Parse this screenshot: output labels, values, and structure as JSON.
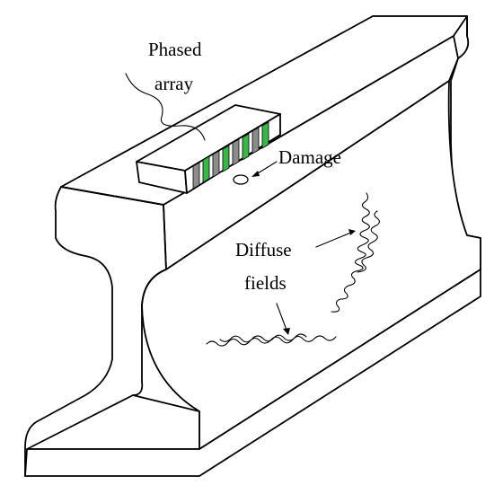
{
  "labels": {
    "phased_array_line1": "Phased",
    "phased_array_line2": "array",
    "damage": "Damage",
    "diffuse_line1": "Diffuse",
    "diffuse_line2": "fields"
  },
  "colors": {
    "line": "#000000",
    "element_green": "#3bb54a",
    "element_gray": "#8c8c8c",
    "background": "#ffffff"
  }
}
